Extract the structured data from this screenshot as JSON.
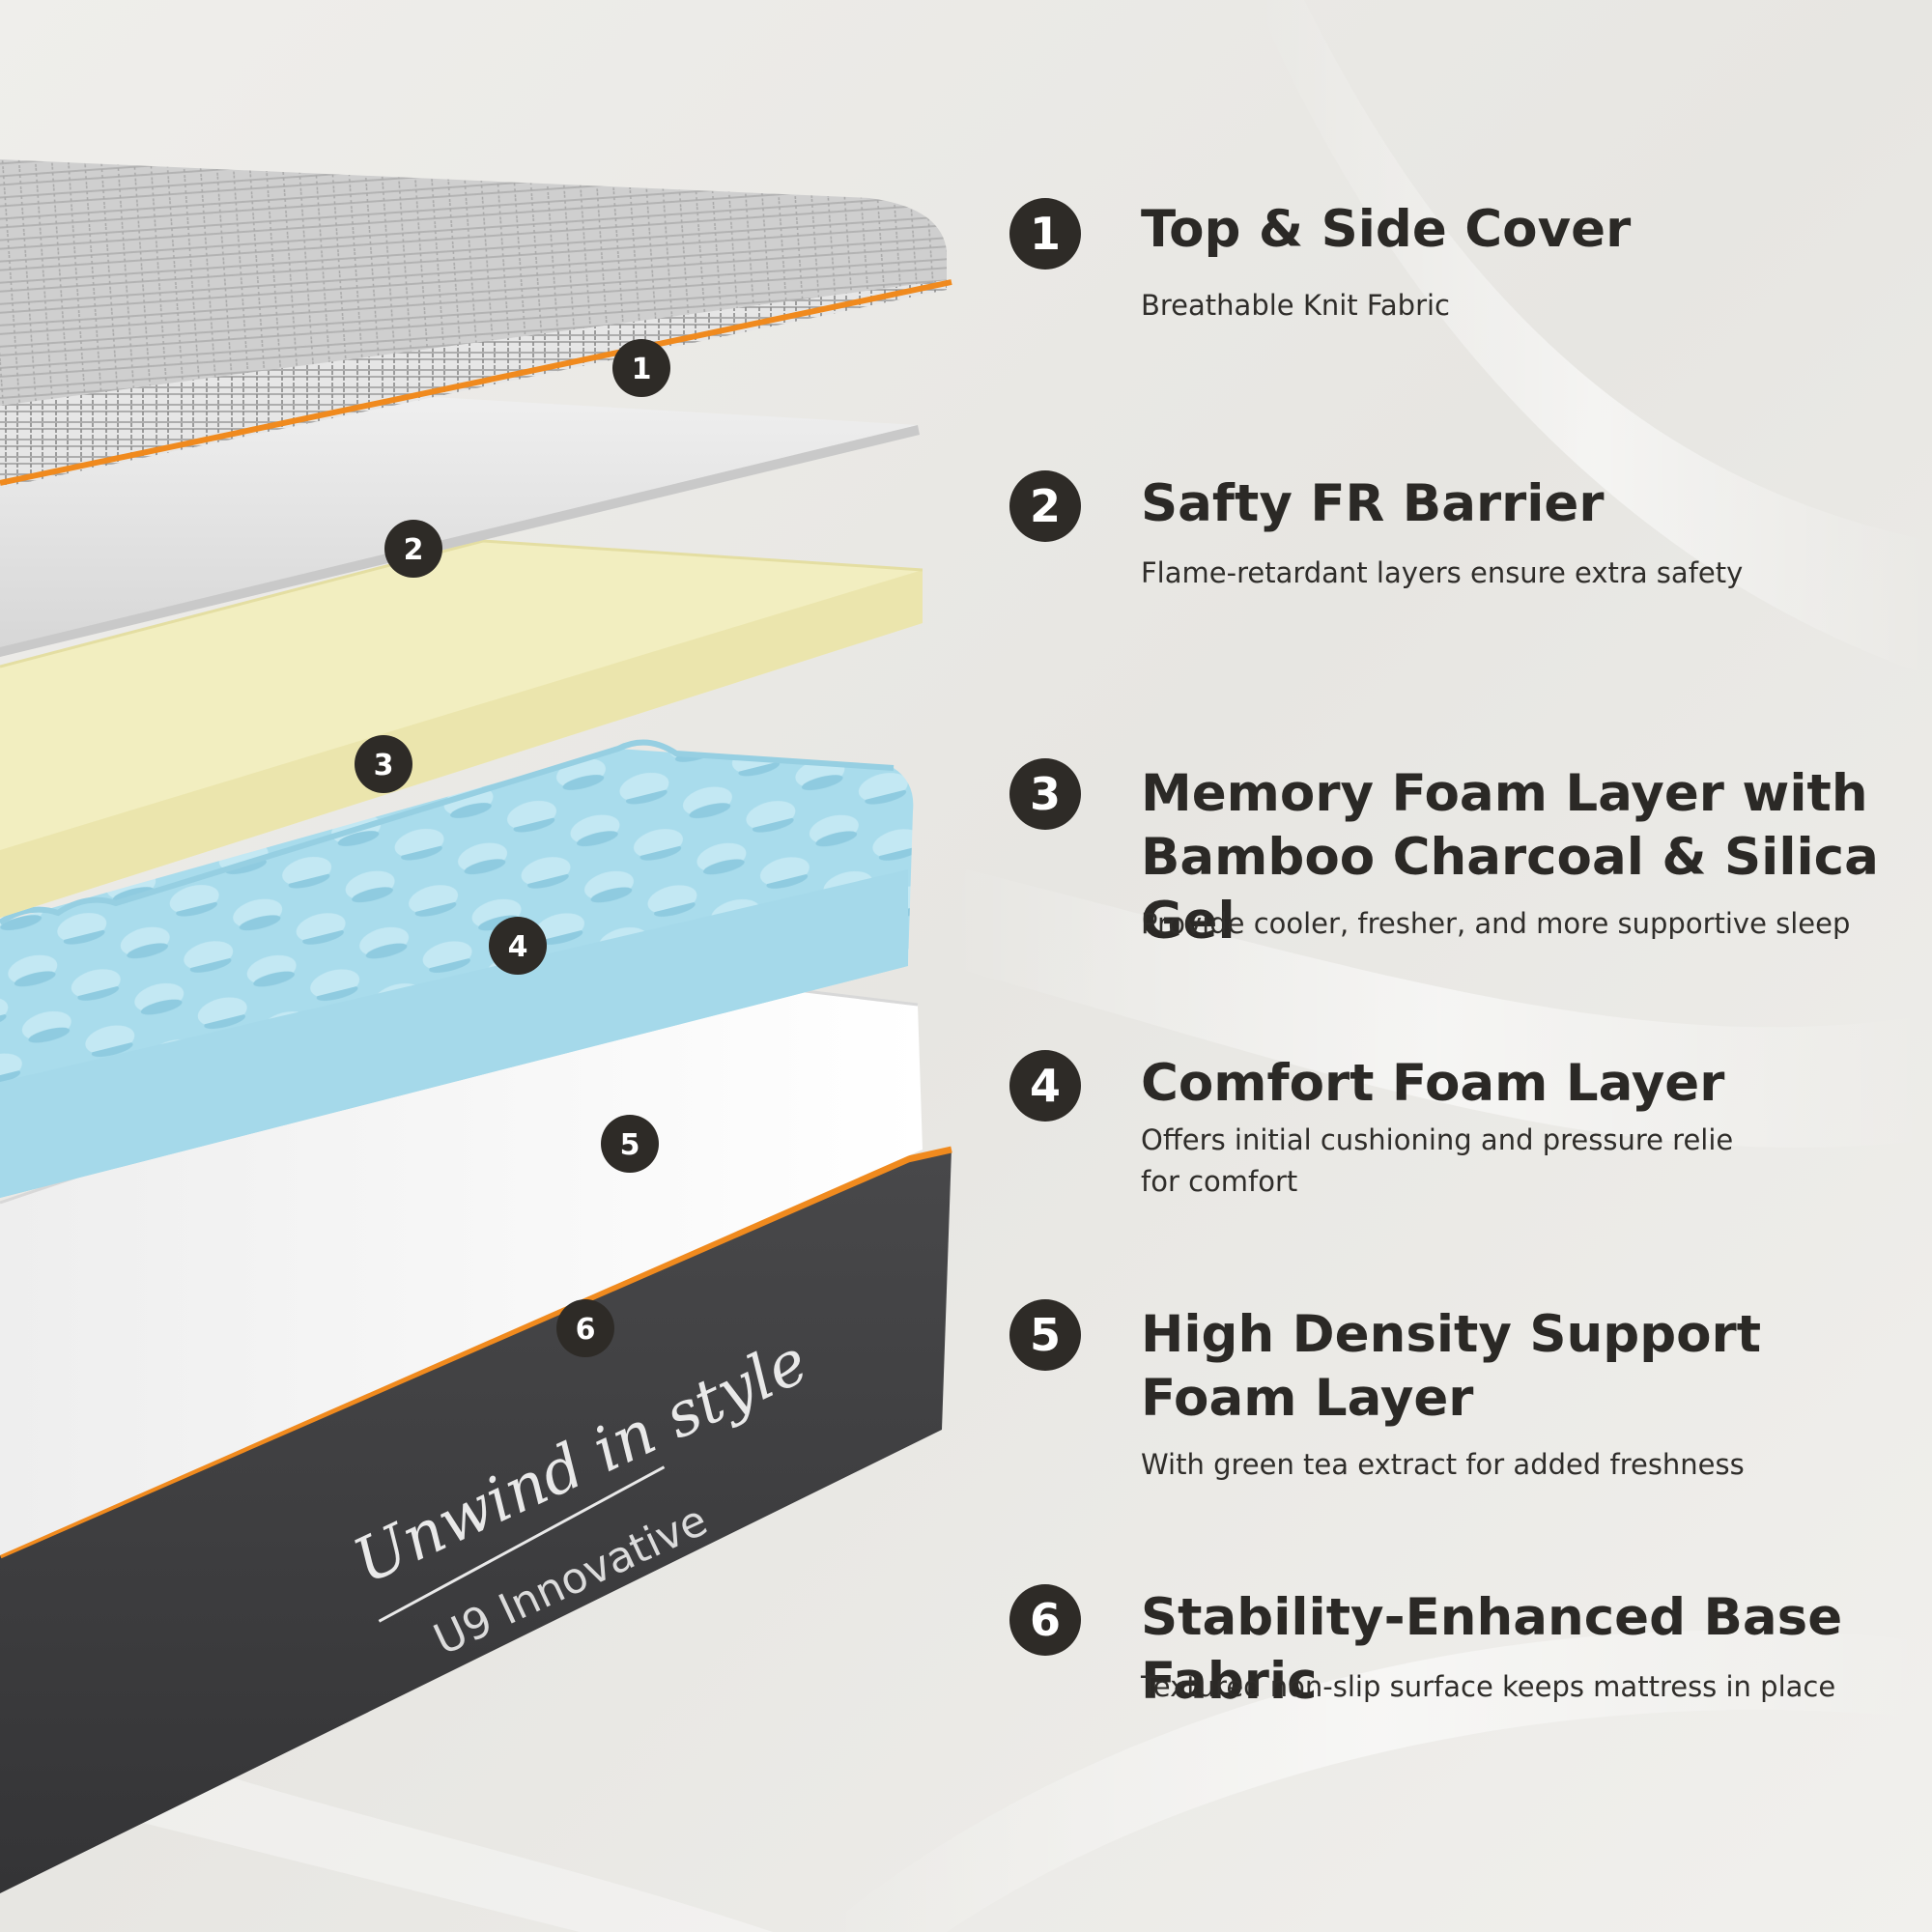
{
  "layers": [
    {
      "number": "1",
      "title": "Top & Side Cover",
      "description": "Breathable Knit Fabric"
    },
    {
      "number": "2",
      "title": "Safty FR Barrier",
      "description": "Flame-retardant layers ensure extra safety"
    },
    {
      "number": "3",
      "title": "Memory Foam Layer with Bamboo Charcoal & Silica Gel",
      "description": "Provide cooler, fresher, and more supportive sleep"
    },
    {
      "number": "4",
      "title": "Comfort Foam Layer",
      "description": "Offers initial cushioning and pressure relie\nfor comfort"
    },
    {
      "number": "5",
      "title": "High Density Support Foam Layer",
      "description": "With green tea extract for added freshness"
    },
    {
      "number": "6",
      "title": "Stability-Enhanced Base Fabric",
      "description": "Textured non-slip surface keeps mattress in place"
    }
  ],
  "brand": {
    "tagline": "Unwind in style",
    "name": "U9 Innovative"
  },
  "colors": {
    "accent_orange": "#f08a1e",
    "badge": "#2e2b27",
    "memory_foam": "#f2eec0",
    "comfort_foam": "#a9dcec",
    "support_foam": "#f4f4f4",
    "base_fabric": "#3b3b3d"
  }
}
